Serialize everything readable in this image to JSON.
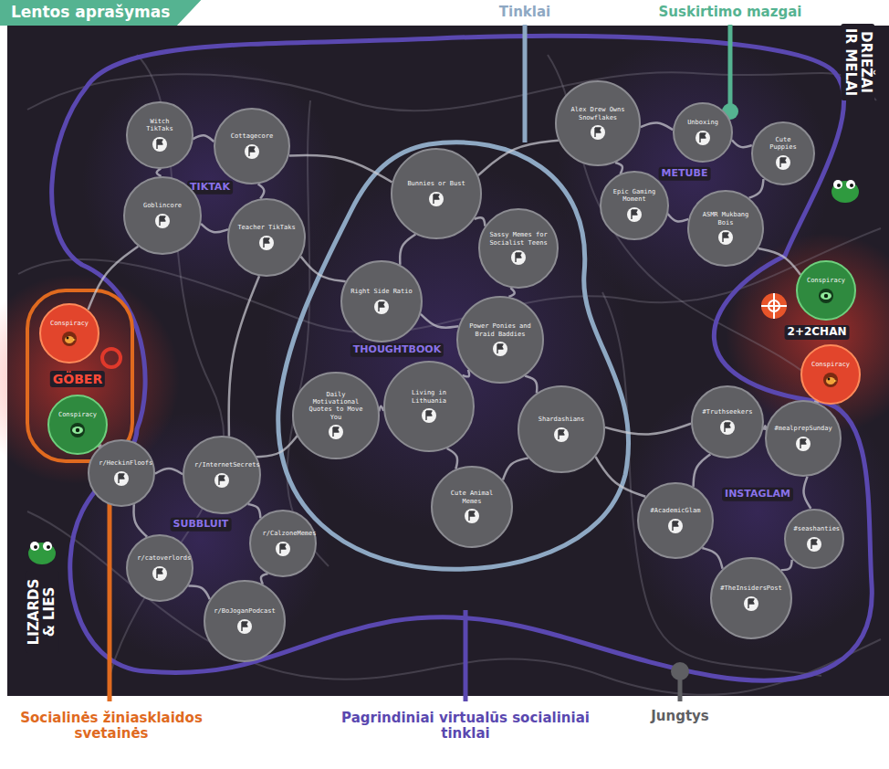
{
  "diagram": {
    "title": "Lentos aprašymas",
    "nodes": [
      {
        "text": [
          "Witch TikTaks"
        ]
      },
      {
        "text": [
          "Cottagecore"
        ]
      },
      {
        "text": [
          "Goblincore"
        ]
      },
      {
        "text": [
          "Teacher TikTaks"
        ]
      },
      {
        "text": [
          "Alex Drew Owns Snowflakes"
        ]
      },
      {
        "text": [
          "Unboxing"
        ]
      },
      {
        "text": [
          "Cute Puppies"
        ]
      },
      {
        "text": [
          "Bunnies or Bust"
        ]
      },
      {
        "text": [
          "Epic Gaming Moment"
        ]
      },
      {
        "text": [
          "ASMR Mukbang Bois"
        ]
      },
      {
        "text": [
          "Sassy Memes for Socialist Teens"
        ]
      },
      {
        "text": [
          "Right Side Ratio"
        ]
      },
      {
        "text": [
          "Conspiracy"
        ]
      },
      {
        "text": [
          "Power Ponies and Braid Baddies"
        ]
      },
      {
        "text": [
          "Conspiracy"
        ]
      },
      {
        "text": [
          "Conspiracy"
        ]
      },
      {
        "text": [
          "Daily Motivational Quotes to Move You"
        ]
      },
      {
        "text": [
          "Living in Lithuania"
        ]
      },
      {
        "text": [
          "#Truthseekers"
        ]
      },
      {
        "text": [
          "Shardashians"
        ]
      },
      {
        "text": [
          "Conspiracy"
        ]
      },
      {
        "text": [
          "#mealprepSunday"
        ]
      },
      {
        "text": [
          "r/HeckinFloofs"
        ]
      },
      {
        "text": [
          "r/InternetSecrets"
        ]
      },
      {
        "text": [
          "Cute Animal Memes"
        ]
      },
      {
        "text": [
          "#AcademicGlam"
        ]
      },
      {
        "text": [
          "r/CalzoneMemes"
        ]
      },
      {
        "text": [
          "#seashanties"
        ]
      },
      {
        "text": [
          "r/catoverlords"
        ]
      },
      {
        "text": [
          "r/BoJoganPodcast"
        ]
      },
      {
        "text": [
          "#TheInsidersPost"
        ]
      }
    ],
    "edges": [
      {
        "from": 0,
        "to": 1,
        "arrow": "none"
      },
      {
        "from": 0,
        "to": 2,
        "arrow": "none"
      },
      {
        "from": 1,
        "to": 3,
        "arrow": "none"
      },
      {
        "from": 2,
        "to": 3,
        "arrow": "none"
      },
      {
        "from": 1,
        "to": 7,
        "arrow": "none"
      },
      {
        "from": 3,
        "to": 11,
        "arrow": "none"
      },
      {
        "from": 4,
        "to": 5,
        "arrow": "none"
      },
      {
        "from": 5,
        "to": 6,
        "arrow": "none"
      },
      {
        "from": 4,
        "to": 8,
        "arrow": "none"
      },
      {
        "from": 8,
        "to": 9,
        "arrow": "none"
      },
      {
        "from": 6,
        "to": 9,
        "arrow": "none"
      },
      {
        "from": 4,
        "to": 7,
        "arrow": "none"
      },
      {
        "from": 7,
        "to": 10,
        "arrow": "none"
      },
      {
        "from": 7,
        "to": 11,
        "arrow": "none"
      },
      {
        "from": 10,
        "to": 13,
        "arrow": "none"
      },
      {
        "from": 11,
        "to": 13,
        "arrow": "none"
      },
      {
        "from": 16,
        "to": 17,
        "arrow": "none"
      },
      {
        "from": 17,
        "to": 13,
        "arrow": "none"
      },
      {
        "from": 17,
        "to": 24,
        "arrow": "none"
      },
      {
        "from": 19,
        "to": 24,
        "arrow": "none"
      },
      {
        "from": 13,
        "to": 19,
        "arrow": "none"
      },
      {
        "from": 19,
        "to": 25,
        "arrow": "none"
      },
      {
        "from": 9,
        "to": 12,
        "arrow": "none"
      },
      {
        "from": 15,
        "to": 21,
        "arrow": "none"
      },
      {
        "from": 18,
        "to": 21,
        "arrow": "none"
      },
      {
        "from": 18,
        "to": 25,
        "arrow": "none"
      },
      {
        "from": 25,
        "to": 30,
        "arrow": "none"
      },
      {
        "from": 21,
        "to": 27,
        "arrow": "none"
      },
      {
        "from": 27,
        "to": 30,
        "arrow": "none"
      },
      {
        "from": 19,
        "to": 18,
        "arrow": "none"
      },
      {
        "from": 22,
        "to": 23,
        "arrow": "none"
      },
      {
        "from": 22,
        "to": 28,
        "arrow": "none"
      },
      {
        "from": 23,
        "to": 26,
        "arrow": "none"
      },
      {
        "from": 26,
        "to": 29,
        "arrow": "none"
      },
      {
        "from": 28,
        "to": 29,
        "arrow": "none"
      },
      {
        "from": 2,
        "to": 14,
        "arrow": "none"
      },
      {
        "from": 20,
        "to": 22,
        "arrow": "none"
      },
      {
        "from": 3,
        "to": 23,
        "arrow": "none"
      },
      {
        "from": 16,
        "to": 23,
        "arrow": "none"
      }
    ],
    "labels": [
      "Tinklai",
      "Suskirtimo mazgai",
      "TIKTAK",
      "METUBE",
      "DRIEŽAI IR MELAI",
      "2+2CHAN",
      "GÖBER",
      "THOUGHTBOOK",
      "SUBBLUIT",
      "INSTAGLAM",
      "LIZARDS & LIES",
      "Socialinės žiniasklaidos svetainės",
      "Pagrindiniai virtualūs socialiniai tinklai",
      "Jungtys"
    ]
  }
}
